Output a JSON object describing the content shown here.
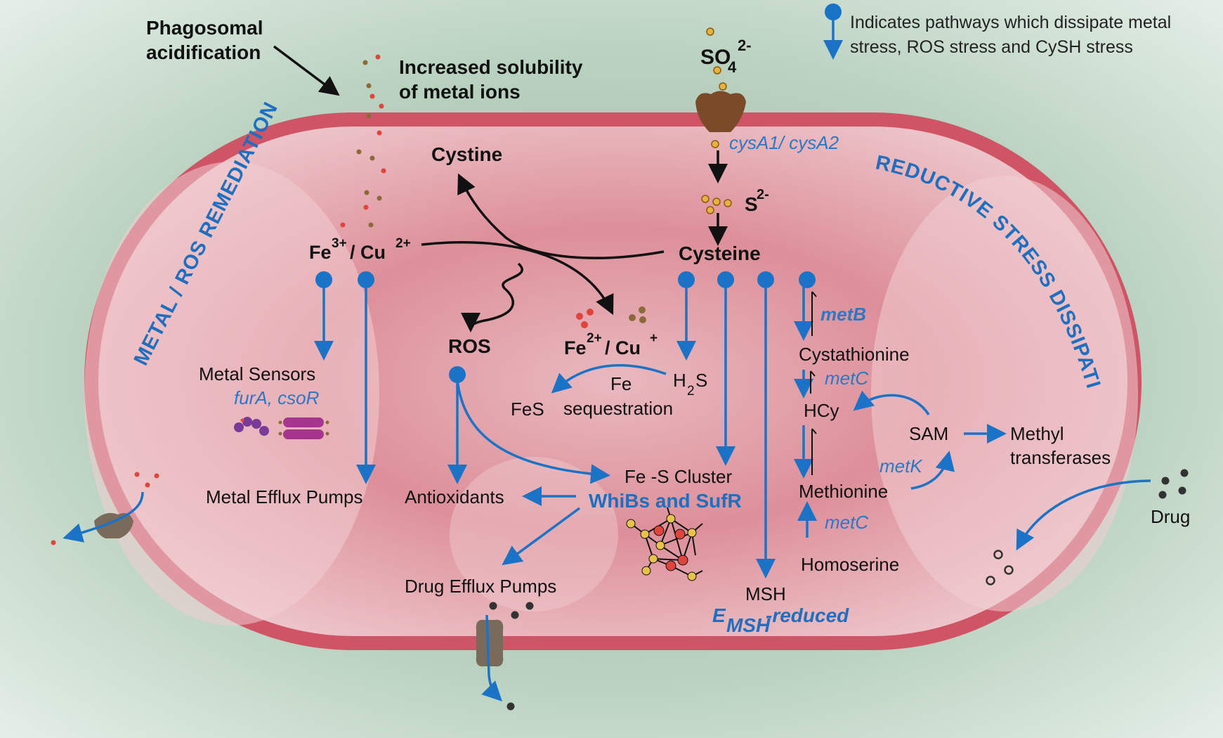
{
  "legend": {
    "text_line1": "Indicates pathways which dissipate metal",
    "text_line2": "stress, ROS stress and CySH stress"
  },
  "sections": {
    "left": "METAL / ROS REMEDIATION",
    "right": "REDUCTIVE  STRESS  DISSIPATION"
  },
  "outside": {
    "phagosomal_line1": "Phagosomal",
    "phagosomal_line2": "acidification",
    "solubility_line1": "Increased solubility",
    "solubility_line2": "of metal ions",
    "sulfate": "SO",
    "sulfate_sub": "4",
    "sulfate_sup": "2-",
    "drug": "Drug"
  },
  "nodes": {
    "cysA": "cysA1/ cysA2",
    "sulfide": "S",
    "sulfide_sup": "2-",
    "cystine": "Cystine",
    "cysteine": "Cysteine",
    "fe3": "Fe",
    "fe3_sup": "3+",
    "cu2_prefix": "/ Cu",
    "cu2_sup": "2+",
    "ros": "ROS",
    "fe2": "Fe",
    "fe2_sup": "2+",
    "cu1_prefix": "/ Cu",
    "cu1_sup": "+",
    "metal_sensors": "Metal Sensors",
    "sensor_genes": "furA, csoR",
    "metal_efflux": "Metal Efflux Pumps",
    "antioxidants": "Antioxidants",
    "drug_efflux": "Drug Efflux Pumps",
    "h2s_h": "H",
    "h2s_sub": "2",
    "h2s_s": "S",
    "fe_seq_line1": "Fe",
    "fe_seq_line2": "sequestration",
    "fes": "FeS",
    "fes_cluster": "Fe -S Cluster",
    "whibs": "WhiBs and SufR",
    "msh": "MSH",
    "emsh_e": "E",
    "emsh_sub": "MSH",
    "emsh_rest": "-reduced",
    "metB": "metB",
    "cystathionine": "Cystathionine",
    "metC_1": "metC",
    "hcy": "HCy",
    "sam": "SAM",
    "methyl_line1": "Methyl",
    "methyl_line2": "transferases",
    "metK": "metK",
    "methionine": "Methionine",
    "metC_2": "metC",
    "homoserine": "Homoserine"
  },
  "colors": {
    "background": "#cfe0d3",
    "membrane": "#cf5566",
    "cytoplasm": "#e7a9b1",
    "pathway_blue": "#1a73c7",
    "label_blue": "#2b78c5",
    "transporter": "#7b4a28",
    "efflux_pump": "#7a6a5a",
    "sensor_purple": "#7a3a9a",
    "sensor_magenta": "#a5358f",
    "iron_red": "#e0443a",
    "copper_brown": "#8b6a3a",
    "sulfur_yellow": "#e8b23c"
  },
  "icons": {
    "legend": "blue-pin-arrow-icon",
    "sulfate_transporter": "transporter-icon",
    "metal_efflux_pump": "efflux-pump-icon",
    "drug_efflux_pump": "efflux-pump-icon",
    "sensor_proteins": "protein-icon",
    "cluster": "fe-s-cluster-icon"
  }
}
